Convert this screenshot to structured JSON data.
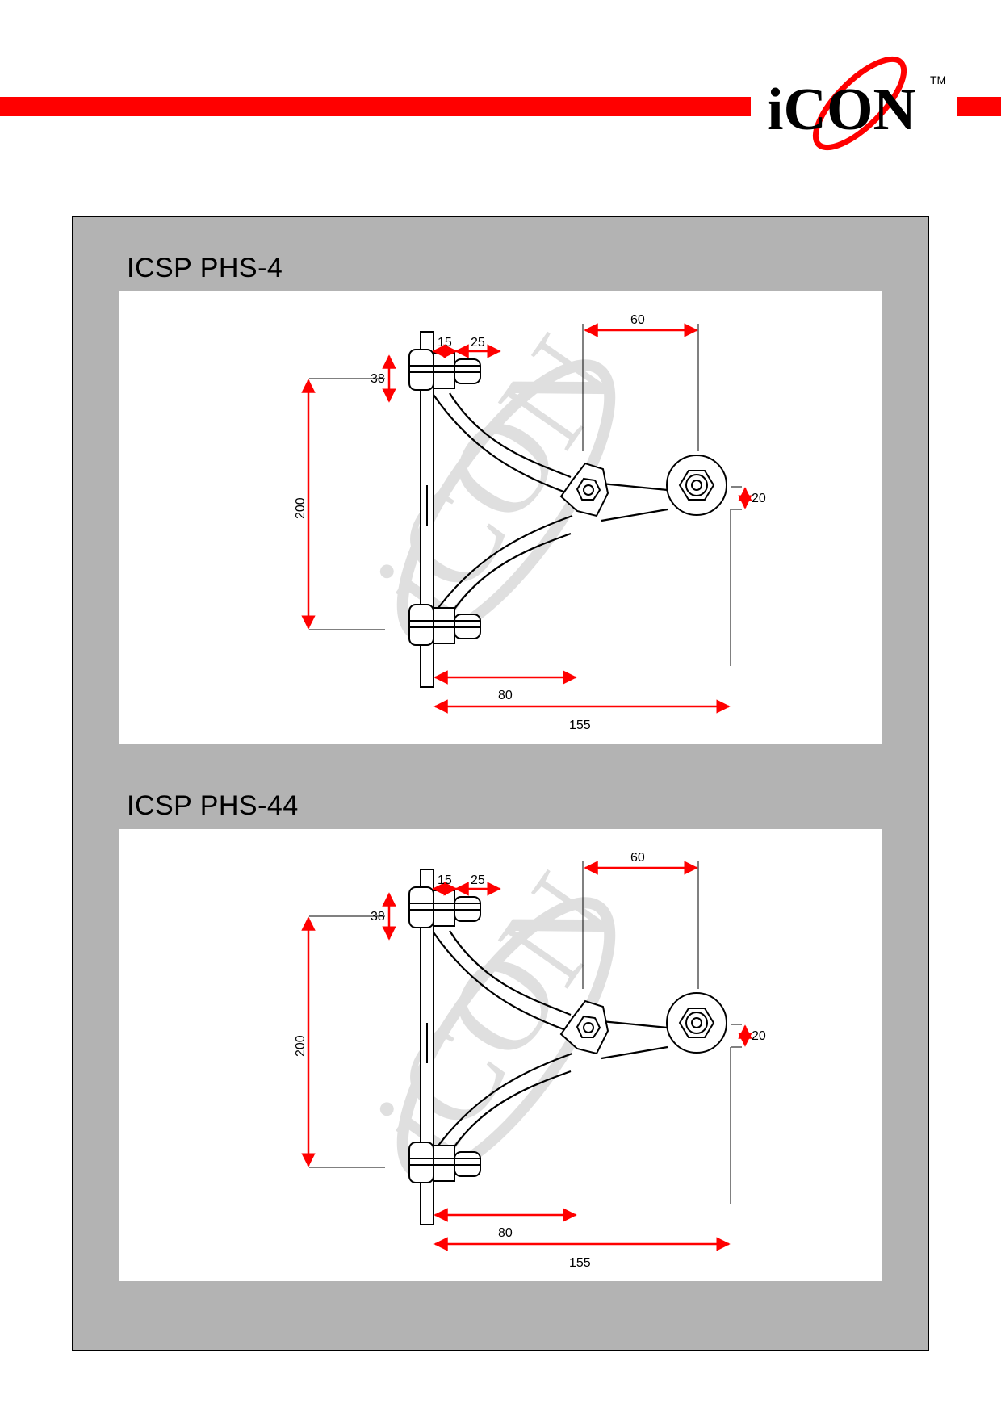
{
  "brand": {
    "logo_text": "iCON",
    "trademark": "TM",
    "accent_color": "#ff0000"
  },
  "products": [
    {
      "title": "ICSP PHS-4",
      "dimensions": {
        "plate_offset": "15",
        "bolt_length": "25",
        "arm_span": "60",
        "fixing_height": "38",
        "fixing_spacing": "200",
        "hole_diameter": "20",
        "hub_offset": "80",
        "total_length": "155"
      }
    },
    {
      "title": "ICSP PHS-44",
      "dimensions": {
        "plate_offset": "15",
        "bolt_length": "25",
        "arm_span": "60",
        "fixing_height": "38",
        "fixing_spacing": "200",
        "hole_diameter": "20",
        "hub_offset": "80",
        "total_length": "155"
      }
    }
  ]
}
